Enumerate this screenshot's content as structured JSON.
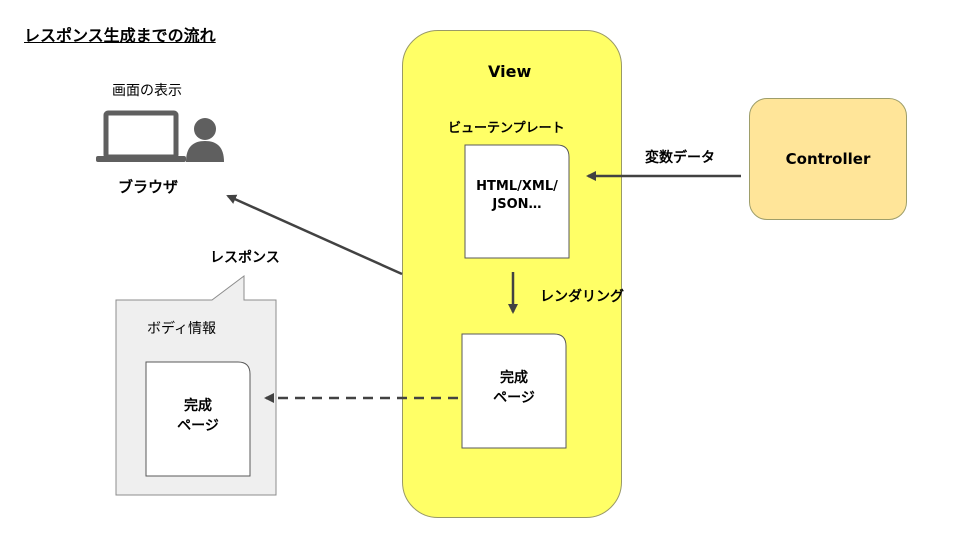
{
  "title": "レスポンス生成までの流れ",
  "browser": {
    "caption": "画面の表示",
    "label": "ブラウザ"
  },
  "response": {
    "label": "レスポンス",
    "body_label": "ボディ情報",
    "page_line1": "完成",
    "page_line2": "ページ"
  },
  "view": {
    "title": "View",
    "template_label": "ビューテンプレート",
    "template_line1": "HTML/XML/",
    "template_line2": "JSON…",
    "rendering_label": "レンダリング",
    "page_line1": "完成",
    "page_line2": "ページ"
  },
  "controller": {
    "label": "Controller",
    "variables_label": "変数データ"
  }
}
